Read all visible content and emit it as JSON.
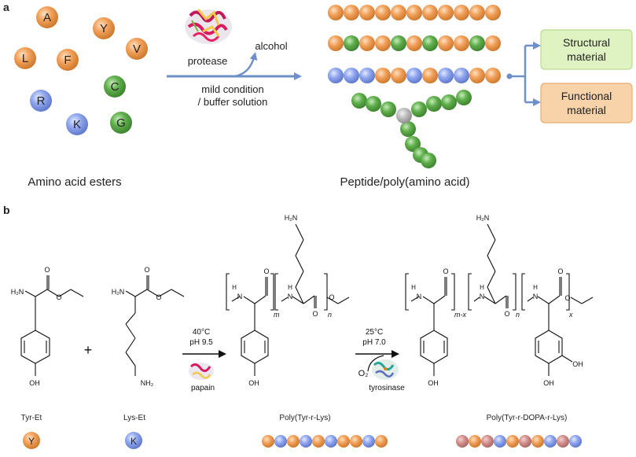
{
  "panel_a": {
    "label": "a",
    "amino_acids": [
      {
        "letter": "A",
        "color": "orange"
      },
      {
        "letter": "Y",
        "color": "orange"
      },
      {
        "letter": "V",
        "color": "orange"
      },
      {
        "letter": "L",
        "color": "orange"
      },
      {
        "letter": "F",
        "color": "orange"
      },
      {
        "letter": "C",
        "color": "green"
      },
      {
        "letter": "R",
        "color": "blue"
      },
      {
        "letter": "K",
        "color": "blue"
      },
      {
        "letter": "G",
        "color": "green"
      }
    ],
    "amino_caption": "Amino acid esters",
    "protease_label": "protease",
    "alcohol_label": "alcohol",
    "condition_line1": "mild condition",
    "condition_line2": "/ buffer solution",
    "chains": [
      [
        "orange",
        "orange",
        "orange",
        "orange",
        "orange",
        "orange",
        "orange",
        "orange",
        "orange",
        "orange",
        "orange"
      ],
      [
        "orange",
        "green",
        "orange",
        "orange",
        "green",
        "orange",
        "green",
        "orange",
        "orange",
        "green",
        "orange"
      ],
      [
        "blue",
        "blue",
        "blue",
        "orange",
        "orange",
        "blue",
        "orange",
        "blue",
        "blue",
        "orange",
        "orange"
      ]
    ],
    "peptide_caption": "Peptide/poly(amino acid)",
    "box_structural_line1": "Structural",
    "box_structural_line2": "material",
    "box_functional_line1": "Functional",
    "box_functional_line2": "material"
  },
  "panel_b": {
    "label": "b",
    "tyr_h2n": "H₂N",
    "tyr_oh": "OH",
    "plus": "+",
    "lys_h2n": "H₂N",
    "lys_nh2": "NH₂",
    "step1_temp": "40°C",
    "step1_ph": "pH 9.5",
    "step1_enzyme": "papain",
    "step2_temp": "25°C",
    "step2_ph": "pH 7.0",
    "step2_o2": "O₂",
    "step2_enzyme": "tyrosinase",
    "poly1_h2n": "H₂N",
    "poly1_sub_m": "m",
    "poly1_sub_n": "n",
    "poly1_oh": "OH",
    "poly2_h2n": "H₂N",
    "poly2_sub_mx": "m-x",
    "poly2_sub_n": "n",
    "poly2_sub_x": "x",
    "poly2_oh": "OH",
    "poly2_oh2": "OH",
    "tyr_name": "Tyr-Et",
    "tyr_letter": "Y",
    "lys_name": "Lys-Et",
    "lys_letter": "K",
    "poly1_name": "Poly(Tyr-r-Lys)",
    "poly1_beads": [
      "orange",
      "blue",
      "orange",
      "blue",
      "orange",
      "blue",
      "orange",
      "orange",
      "blue",
      "orange"
    ],
    "poly2_name": "Poly(Tyr-r-DOPA-r-Lys)",
    "poly2_beads": [
      "pink",
      "orange",
      "pink",
      "blue",
      "orange",
      "pink",
      "orange",
      "blue",
      "pink",
      "blue"
    ]
  },
  "colors": {
    "orange": "#f2a05a",
    "green": "#5fae4c",
    "blue": "#8fa6ee",
    "pink": "#d4918e",
    "gray": "#bdbdbd",
    "arrow": "#6f8fc8",
    "structural_fill": "#dff3c2",
    "functional_fill": "#f8d2a8"
  }
}
